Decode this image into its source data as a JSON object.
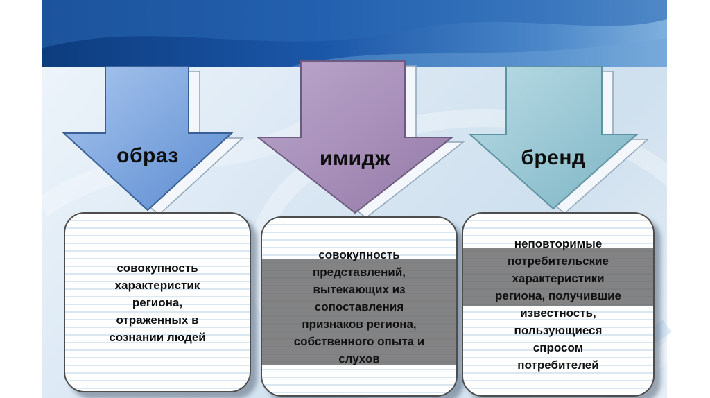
{
  "slide": {
    "title": "",
    "arrows": [
      {
        "label": "образ",
        "color": "#6f9fda"
      },
      {
        "label": "имидж",
        "color": "#a48fb5"
      },
      {
        "label": "бренд",
        "color": "#8fc3cf"
      }
    ],
    "boxes": [
      {
        "text": "совокупность\nхарактеристик\nрегиона,\nотраженных в\nсознании людей"
      },
      {
        "text": "совокупность\nпредставлений,\nвытекающих из\nсопоставления\nпризнаков региона,\nсобственного опыта и\nслухов"
      },
      {
        "text": "неповторимые\nпотребительские\nхарактеристики\nрегиона, получившие\nизвестность,\nпользующиеся\nспросом\nпотребителей"
      }
    ],
    "colors": {
      "top_band": "#14458f",
      "background": "#dbe8f4",
      "highlight_band": "#686868"
    }
  }
}
